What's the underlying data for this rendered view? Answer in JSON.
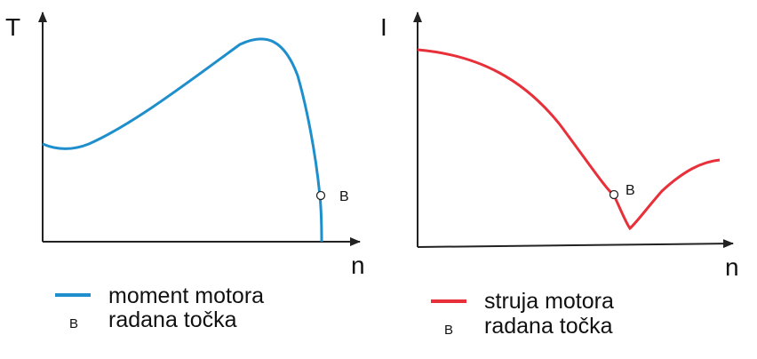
{
  "chart_data": [
    {
      "type": "line",
      "xlabel": "n",
      "ylabel": "T",
      "color": "#1e8fcc",
      "series": [
        {
          "name": "moment motora",
          "x": [
            0,
            0.05,
            0.15,
            0.3,
            0.5,
            0.65,
            0.77,
            0.83,
            0.87,
            0.9,
            0.93,
            0.96,
            1.0
          ],
          "y": [
            0.52,
            0.5,
            0.55,
            0.68,
            0.86,
            0.97,
            1.0,
            0.98,
            0.9,
            0.78,
            0.55,
            0.25,
            0.0
          ]
        }
      ],
      "operating_point": {
        "label": "B",
        "x": 0.97,
        "y": 0.25
      },
      "legend": [
        {
          "kind": "line",
          "text": "moment motora"
        },
        {
          "kind": "marker",
          "symbol": "B",
          "text": "radana točka"
        }
      ]
    },
    {
      "type": "line",
      "xlabel": "n",
      "ylabel": "I",
      "color": "#e8303a",
      "series": [
        {
          "name": "struja motora",
          "x": [
            0,
            0.15,
            0.3,
            0.45,
            0.57,
            0.64,
            0.67,
            0.7,
            0.8,
            0.9,
            0.97
          ],
          "y": [
            1.0,
            0.95,
            0.82,
            0.6,
            0.38,
            0.23,
            0.12,
            0.14,
            0.36,
            0.45,
            0.47
          ]
        }
      ],
      "operating_point": {
        "label": "B",
        "x": 0.64,
        "y": 0.23
      },
      "legend": [
        {
          "kind": "line",
          "text": "struja motora"
        },
        {
          "kind": "marker",
          "symbol": "B",
          "text": "radana točka"
        }
      ]
    }
  ]
}
